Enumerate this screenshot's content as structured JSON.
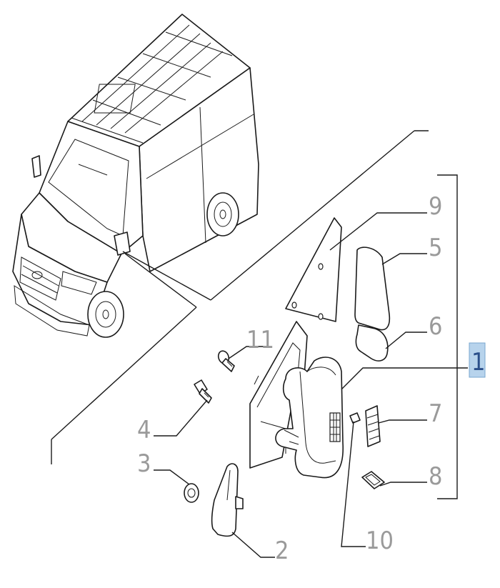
{
  "diagram": {
    "callouts": [
      {
        "id": "1",
        "label": "1"
      },
      {
        "id": "2",
        "label": "2"
      },
      {
        "id": "3",
        "label": "3"
      },
      {
        "id": "4",
        "label": "4"
      },
      {
        "id": "5",
        "label": "5"
      },
      {
        "id": "6",
        "label": "6"
      },
      {
        "id": "7",
        "label": "7"
      },
      {
        "id": "8",
        "label": "8"
      },
      {
        "id": "9",
        "label": "9"
      },
      {
        "id": "10",
        "label": "10"
      },
      {
        "id": "11",
        "label": "11"
      }
    ],
    "highlighted_callout": "1",
    "colors": {
      "highlight_fill": "#b7d3ec",
      "label_gray": "#9a9a9a",
      "line": "#1a1a1a"
    }
  }
}
